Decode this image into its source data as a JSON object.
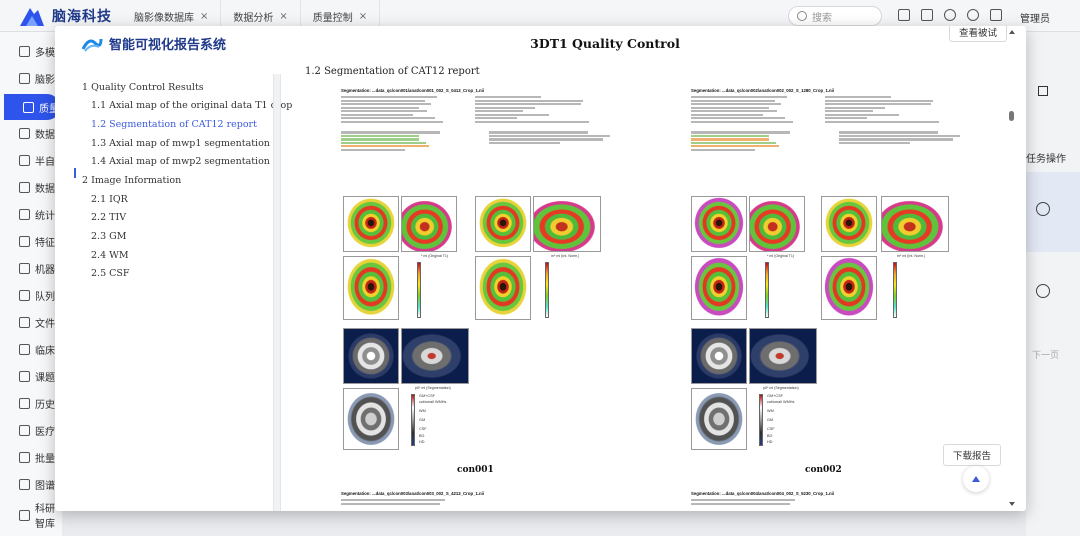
{
  "app": {
    "title": "脑海科技"
  },
  "tabs": [
    {
      "label": "脑影像数据库"
    },
    {
      "label": "数据分析"
    },
    {
      "label": "质量控制"
    }
  ],
  "search": {
    "placeholder": "搜索"
  },
  "user": {
    "name": "管理员"
  },
  "sidebar": {
    "items": [
      {
        "label": "多模"
      },
      {
        "label": "脑影"
      },
      {
        "label": "质量"
      },
      {
        "label": "数据"
      },
      {
        "label": "半自"
      },
      {
        "label": "数据"
      },
      {
        "label": "统计"
      },
      {
        "label": "特征"
      },
      {
        "label": "机器"
      },
      {
        "label": "队列"
      },
      {
        "label": "文件"
      },
      {
        "label": "临床"
      },
      {
        "label": "课题"
      },
      {
        "label": "历史"
      },
      {
        "label": "医疗"
      },
      {
        "label": "批量"
      },
      {
        "label": "图谱"
      },
      {
        "label": "科研智库"
      }
    ]
  },
  "background": {
    "ops_label": "任务操作",
    "next_label": "下一页"
  },
  "modal": {
    "logo_text": "智能可视化报告系统",
    "title": "3DT1 Quality Control",
    "view_button": "查看被试",
    "download_button": "下载报告",
    "outline": [
      {
        "label": "1 Quality Control Results",
        "level": 1
      },
      {
        "label": "1.1 Axial map of the original data T1 crop",
        "level": 2
      },
      {
        "label": "1.2 Segmentation of CAT12 report",
        "level": 2,
        "active": true
      },
      {
        "label": "1.3 Axial map of mwp1 segmentation",
        "level": 2
      },
      {
        "label": "1.4 Axial map of mwp2 segmentation",
        "level": 2
      },
      {
        "label": "2 Image Information",
        "level": 1
      },
      {
        "label": "2.1 IQR",
        "level": 2
      },
      {
        "label": "2.2 TIV",
        "level": 2
      },
      {
        "label": "2.3 GM",
        "level": 2
      },
      {
        "label": "2.4 WM",
        "level": 2
      },
      {
        "label": "2.5 CSF",
        "level": 2
      }
    ],
    "section_heading": "1.2 Segmentation of CAT12 report",
    "reports": [
      {
        "header": "Segmentation: ...data_qc/con001/anat/con001_002_S_0413_Crop_1.nii",
        "caption": "con001"
      },
      {
        "header": "Segmentation: ...data_qc/con002/anat/con002_002_S_1280_Crop_1.nii",
        "caption": "con002"
      }
    ],
    "next_reports": [
      {
        "header": "Segmentation: ...data_qc/con003/anat/con003_002_S_4213_Crop_1.nii"
      },
      {
        "header": "Segmentation: ...data_qc/con004/anat/con004_002_S_5230_Crop_1.nii"
      }
    ],
    "figure_labels": {
      "t1_orig": "* ml (Original T1)",
      "t1_norm": "m* ml (Int. Norm.)",
      "seg": "p0* ml (Segmentation)",
      "legend": [
        "GM+CSF",
        "cut/small WMHs",
        "WM",
        "GM",
        "CSF",
        "BG",
        "HD"
      ]
    }
  }
}
